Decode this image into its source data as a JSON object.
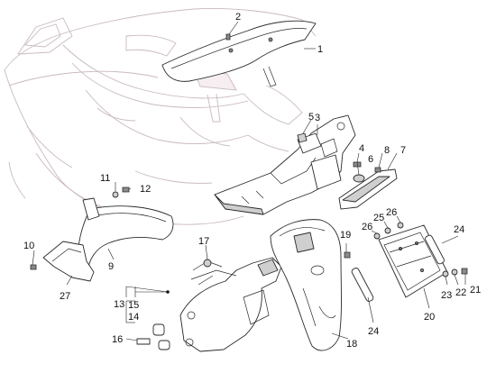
{
  "callouts": [
    {
      "id": "c1",
      "label": "1"
    },
    {
      "id": "c2",
      "label": "2"
    },
    {
      "id": "c3",
      "label": "3"
    },
    {
      "id": "c4",
      "label": "4"
    },
    {
      "id": "c5",
      "label": "5"
    },
    {
      "id": "c6",
      "label": "6"
    },
    {
      "id": "c7",
      "label": "7"
    },
    {
      "id": "c8",
      "label": "8"
    },
    {
      "id": "c9",
      "label": "9"
    },
    {
      "id": "c10",
      "label": "10"
    },
    {
      "id": "c11",
      "label": "11"
    },
    {
      "id": "c12",
      "label": "12"
    },
    {
      "id": "c13",
      "label": "13"
    },
    {
      "id": "c14",
      "label": "14"
    },
    {
      "id": "c15",
      "label": "15"
    },
    {
      "id": "c16",
      "label": "16"
    },
    {
      "id": "c17",
      "label": "17"
    },
    {
      "id": "c18",
      "label": "18"
    },
    {
      "id": "c19",
      "label": "19"
    },
    {
      "id": "c20",
      "label": "20"
    },
    {
      "id": "c21",
      "label": "21"
    },
    {
      "id": "c22",
      "label": "22"
    },
    {
      "id": "c23",
      "label": "23"
    },
    {
      "id": "c24a",
      "label": "24"
    },
    {
      "id": "c24b",
      "label": "24"
    },
    {
      "id": "c25",
      "label": "25"
    },
    {
      "id": "c26a",
      "label": "26"
    },
    {
      "id": "c26b",
      "label": "26"
    },
    {
      "id": "c27",
      "label": "27"
    }
  ]
}
